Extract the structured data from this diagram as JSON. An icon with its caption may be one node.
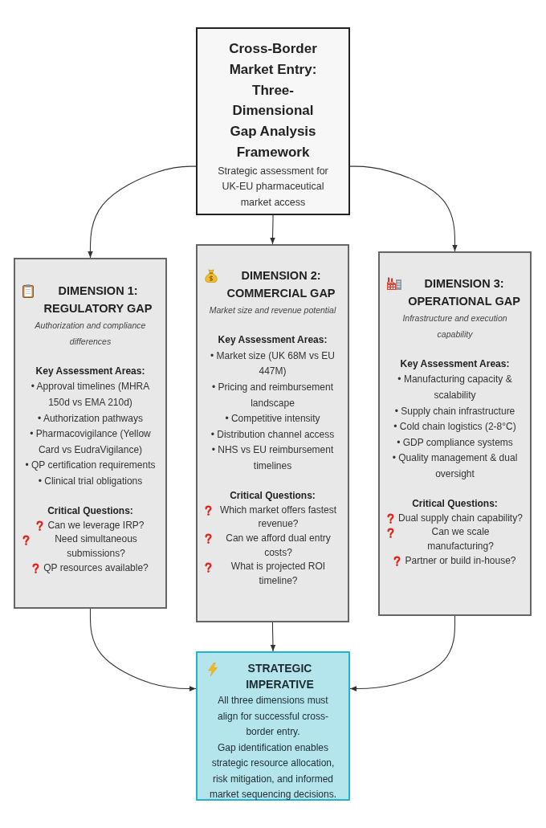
{
  "diagram": {
    "nodes": [
      {
        "text": [
          "Cross-Border Market Entry: Three-Dimensional Gap Analysis Framework",
          "Strategic assessment for UK-EU pharmaceutical market access"
        ]
      },
      {
        "text": [
          "DIMENSION 1: REGULATORY GAP",
          "Authorization and compliance differences",
          "Key Assessment Areas:",
          "• Approval timelines (MHRA 150d vs EMA 210d)",
          "• Authorization pathways",
          "• Pharmacovigilance (Yellow Card vs EudraVigilance)",
          "• QP certification requirements",
          "• Clinical trial obligations",
          "Critical Questions:",
          "Can we leverage IRP?",
          "Need simultaneous submissions?",
          "QP resources available?"
        ]
      },
      {
        "text": [
          "DIMENSION 2: COMMERCIAL GAP",
          "Market size and revenue potential",
          "Key Assessment Areas:",
          "• Market size (UK 68M vs EU 447M)",
          "• Pricing and reimbursement landscape",
          "• Competitive intensity",
          "• Distribution channel access",
          "• NHS vs EU reimbursement timelines",
          "Critical Questions:",
          "Which market offers fastest revenue?",
          "Can we afford dual entry costs?",
          "What is projected ROI timeline?"
        ]
      },
      {
        "text": [
          "DIMENSION 3: OPERATIONAL GAP",
          "Infrastructure and execution capability",
          "Key Assessment Areas:",
          "• Manufacturing capacity & scalability",
          "• Supply chain infrastructure",
          "• Cold chain logistics (2-8°C)",
          "• GDP compliance systems",
          "• Quality management & dual oversight",
          "Critical Questions:",
          "Dual supply chain capability?",
          "Can we scale manufacturing?",
          "Partner or build in-house?"
        ]
      },
      {
        "text": [
          "STRATEGIC IMPERATIVE",
          "All three dimensions must align for successful cross-border entry.",
          "Gap identification enables strategic resource allocation, risk mitigation, and informed market sequencing decisions."
        ]
      }
    ],
    "edges": [
      {
        "from": 0,
        "to": 1,
        "arrow": "to"
      },
      {
        "from": 0,
        "to": 2,
        "arrow": "to"
      },
      {
        "from": 0,
        "to": 3,
        "arrow": "to"
      },
      {
        "from": 1,
        "to": 4,
        "arrow": "to"
      },
      {
        "from": 2,
        "to": 4,
        "arrow": "to"
      },
      {
        "from": 3,
        "to": 4,
        "arrow": "to"
      }
    ]
  }
}
